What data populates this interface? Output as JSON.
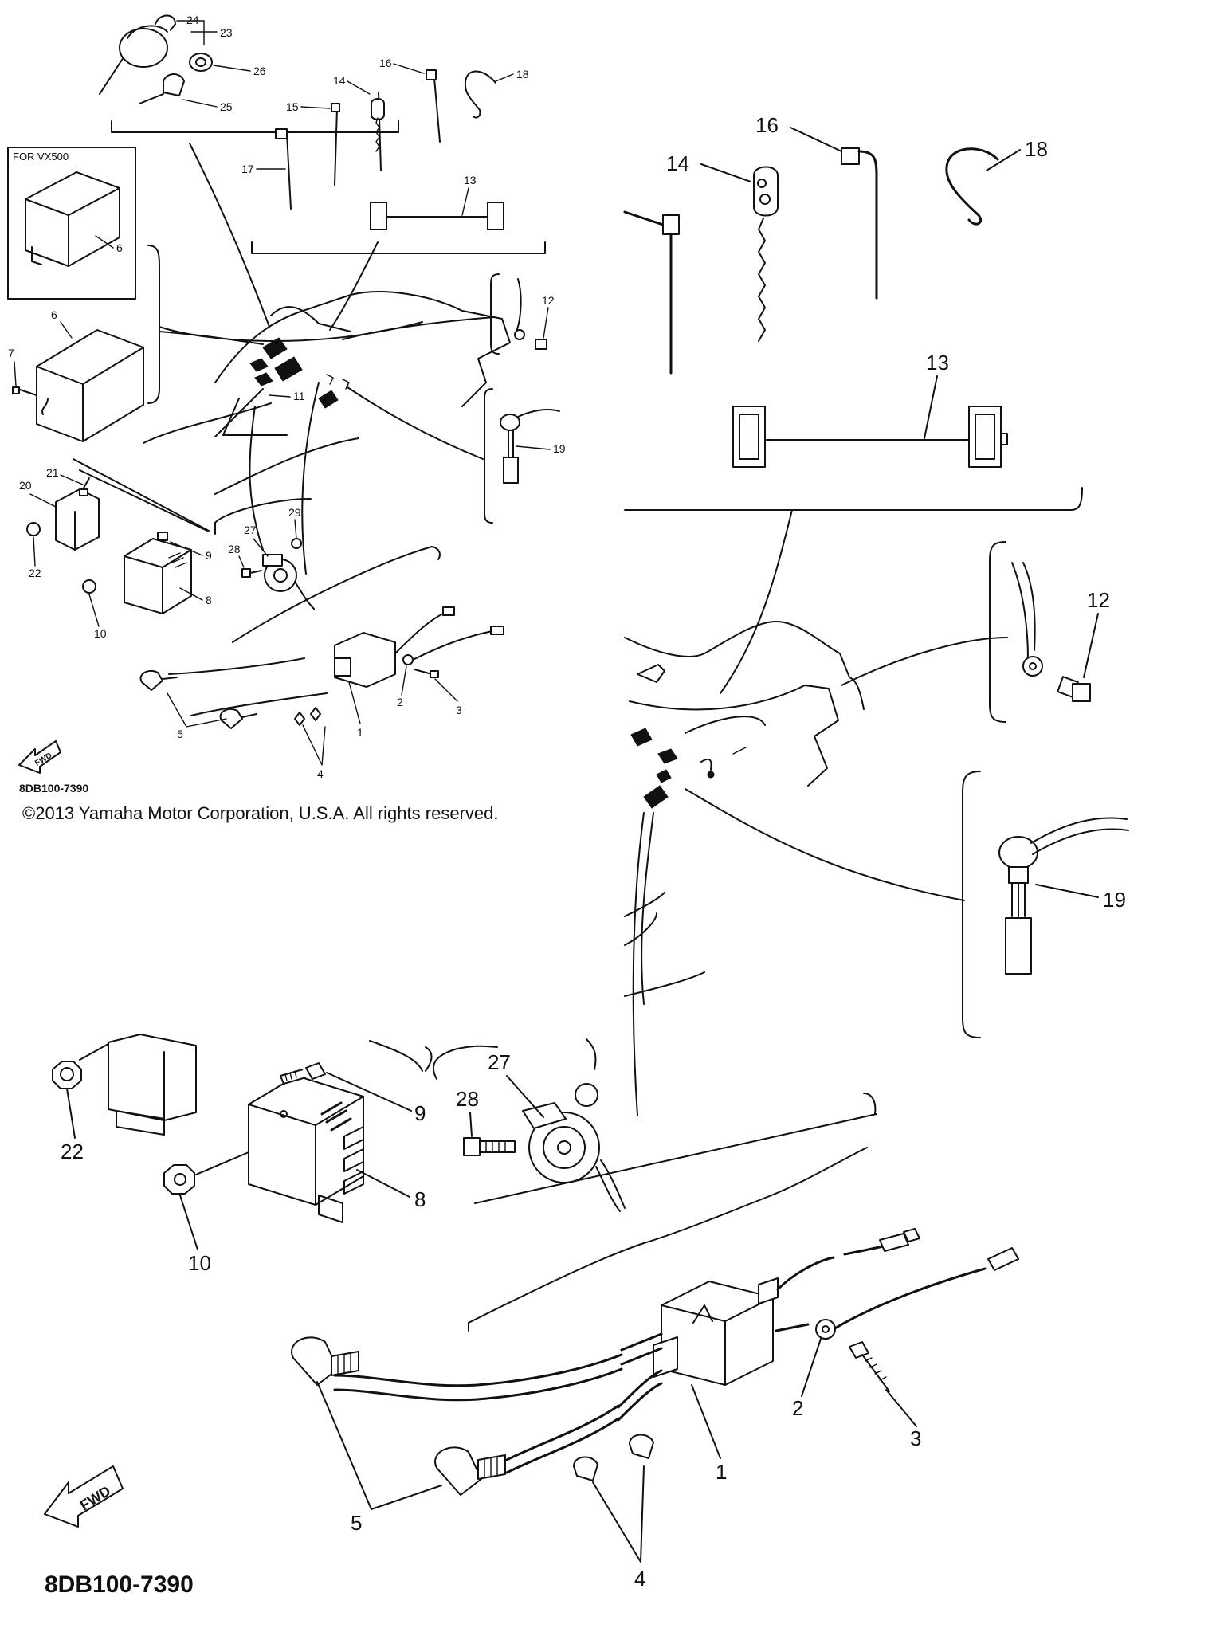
{
  "diagram": {
    "for_model_label": "FOR VX500",
    "copyright": "©2013 Yamaha Motor Corporation, U.S.A. All rights reserved.",
    "diagram_code_small": "8DB100-7390",
    "diagram_code_large": "8DB100-7390",
    "fwd_label": "FWD",
    "callouts_overview": {
      "c24": "24",
      "c23": "23",
      "c26": "26",
      "c25": "25",
      "c16": "16",
      "c18": "18",
      "c14": "14",
      "c15": "15",
      "c17": "17",
      "c13": "13",
      "c6a": "6",
      "c6b": "6",
      "c7": "7",
      "c12": "12",
      "c11": "11",
      "c19": "19",
      "c21": "21",
      "c20": "20",
      "c22": "22",
      "c9": "9",
      "c8": "8",
      "c10": "10",
      "c27": "27",
      "c29": "29",
      "c28": "28",
      "c2": "2",
      "c3": "3",
      "c1": "1",
      "c5": "5",
      "c4": "4"
    },
    "callouts_detail": {
      "c16": "16",
      "c14": "14",
      "c18": "18",
      "c13": "13",
      "c12": "12",
      "c19": "19",
      "c22": "22",
      "c9": "9",
      "c27": "27",
      "c28": "28",
      "c8": "8",
      "c10": "10",
      "c2": "2",
      "c3": "3",
      "c1": "1",
      "c5": "5",
      "c4": "4"
    }
  }
}
